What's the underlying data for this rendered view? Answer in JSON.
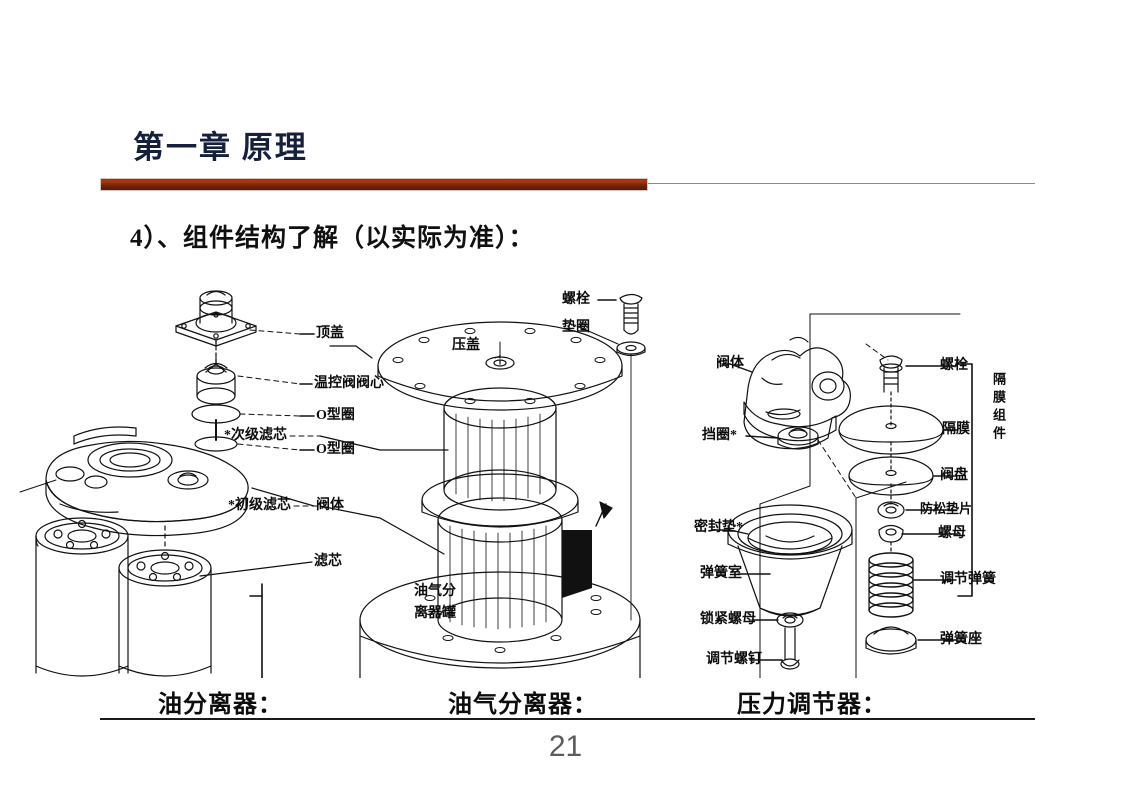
{
  "slide": {
    "chapter_title": "第一章 原理",
    "section_heading": "4）、组件结构了解（以实际为准）：",
    "page_number": "21",
    "accent_color": "#8e2a0c",
    "title_color": "#14203c",
    "rule_color": "#1a1a1a"
  },
  "figures": [
    {
      "caption": "油分离器：",
      "labels": [
        {
          "text": "顶盖"
        },
        {
          "text": "温控阀阀心"
        },
        {
          "text": "O型圈"
        },
        {
          "text": "O型圈"
        },
        {
          "text": "阀体"
        },
        {
          "text": "滤芯"
        }
      ]
    },
    {
      "caption": "油气分离器：",
      "labels": [
        {
          "text": "螺栓"
        },
        {
          "text": "垫圈"
        },
        {
          "text": "压盖"
        },
        {
          "text": "*次级滤芯"
        },
        {
          "text": "*初级滤芯"
        },
        {
          "text": "油气分"
        },
        {
          "text": "离器罐"
        }
      ]
    },
    {
      "caption": "压力调节器：",
      "labels": [
        {
          "text": "阀体"
        },
        {
          "text": "挡圈*"
        },
        {
          "text": "密封垫*"
        },
        {
          "text": "弹簧室"
        },
        {
          "text": "锁紧螺母"
        },
        {
          "text": "调节螺钉"
        },
        {
          "text": "螺栓"
        },
        {
          "text": "隔膜"
        },
        {
          "text": "阀盘"
        },
        {
          "text": "防松垫片"
        },
        {
          "text": "螺母"
        },
        {
          "text": "调节弹簧"
        },
        {
          "text": "弹簧座"
        },
        {
          "text": "隔膜组件"
        }
      ]
    }
  ]
}
